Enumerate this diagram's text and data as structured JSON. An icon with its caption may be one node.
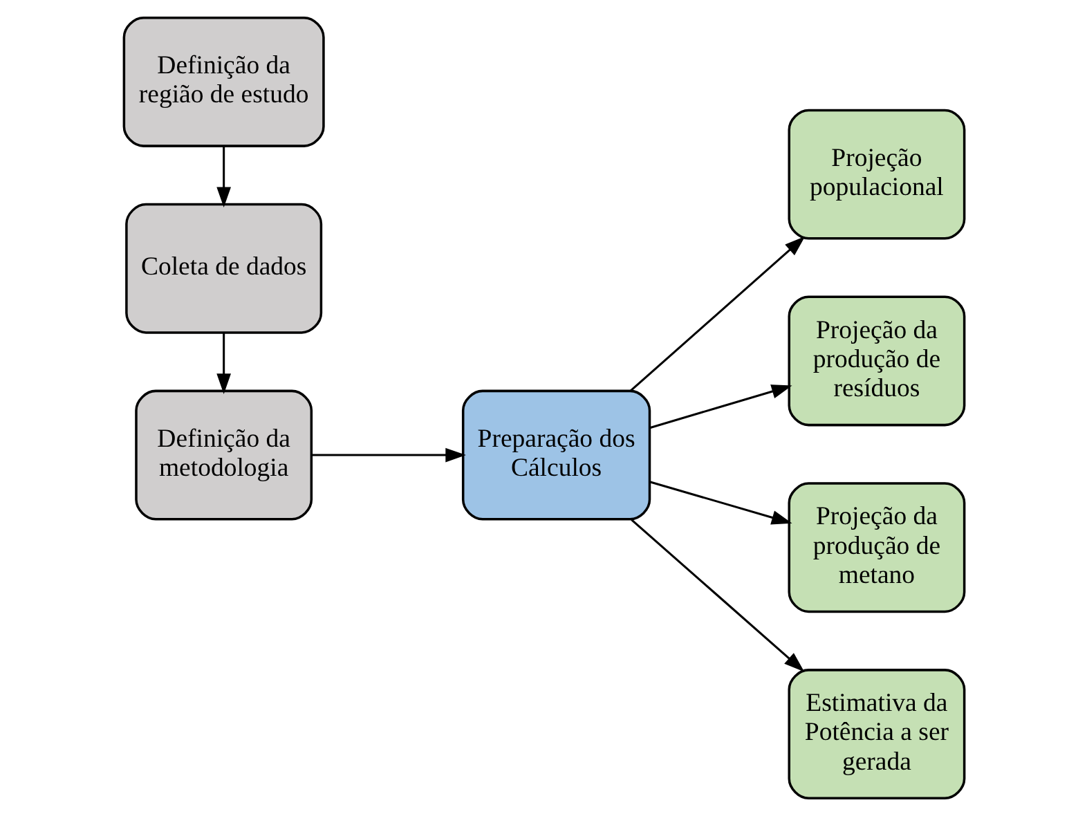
{
  "diagram": {
    "nodes": [
      {
        "text": [
          "Definição da região de estudo"
        ]
      },
      {
        "text": [
          "Coleta de dados"
        ]
      },
      {
        "text": [
          "Definição da metodologia"
        ]
      },
      {
        "text": [
          "Preparação dos Cálculos"
        ]
      },
      {
        "text": [
          "Projeção populacional"
        ]
      },
      {
        "text": [
          "Projeção da produção de resíduos"
        ]
      },
      {
        "text": [
          "Projeção da produção de metano"
        ]
      },
      {
        "text": [
          "Estimativa da Potência a ser gerada"
        ]
      }
    ],
    "edges": [
      {
        "from": 0,
        "to": 1,
        "arrow": "to"
      },
      {
        "from": 1,
        "to": 2,
        "arrow": "to"
      },
      {
        "from": 2,
        "to": 3,
        "arrow": "to"
      },
      {
        "from": 3,
        "to": 4,
        "arrow": "to"
      },
      {
        "from": 3,
        "to": 5,
        "arrow": "to"
      },
      {
        "from": 3,
        "to": 6,
        "arrow": "to"
      },
      {
        "from": 3,
        "to": 7,
        "arrow": "to"
      }
    ]
  }
}
